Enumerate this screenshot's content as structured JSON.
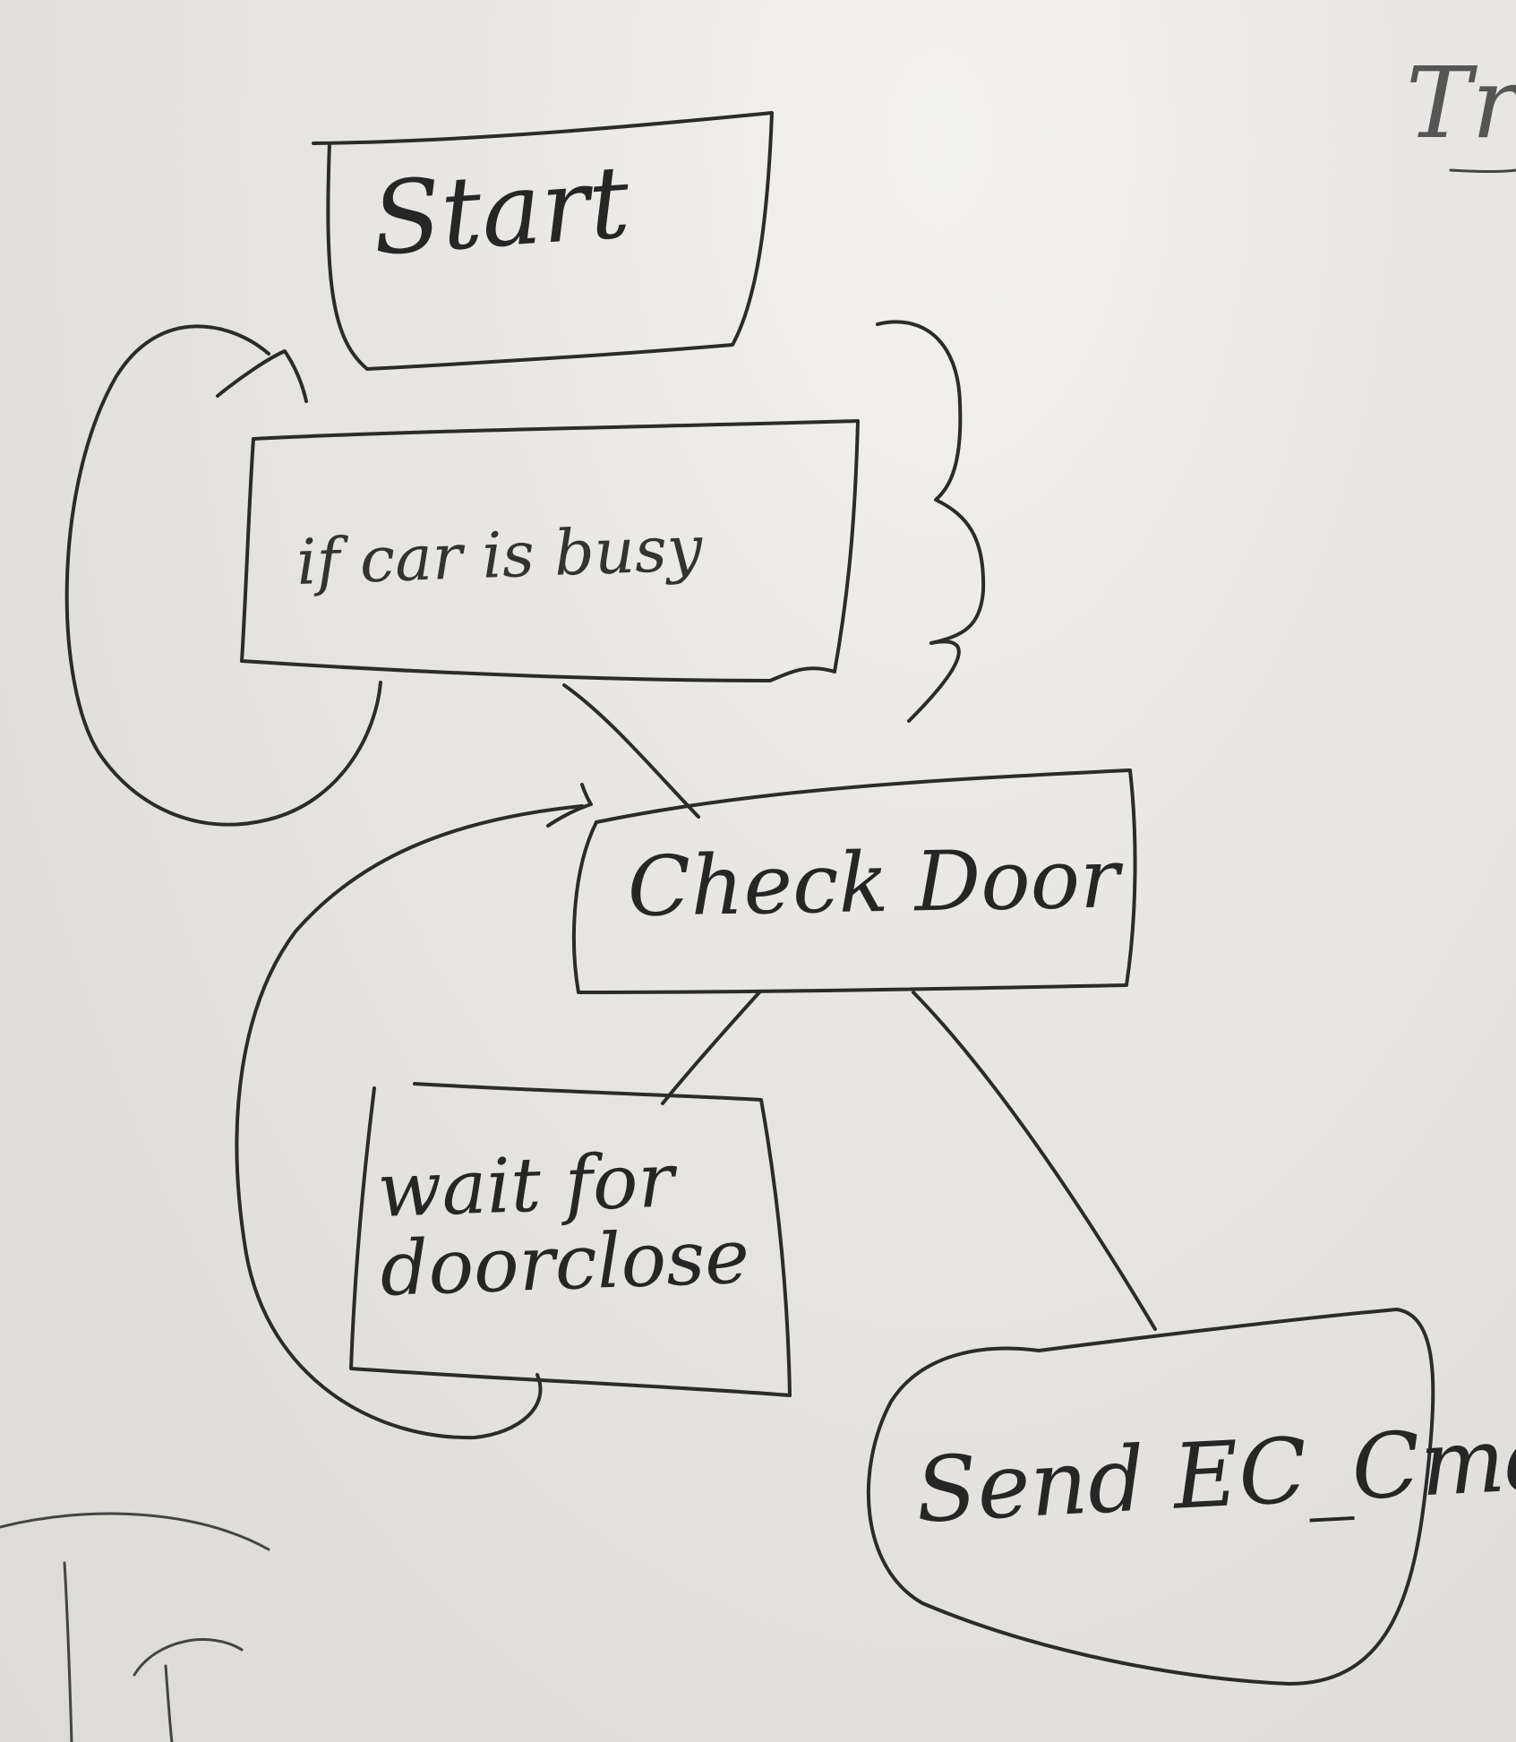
{
  "diagram": {
    "nodes": {
      "start": "Start",
      "if_car_busy": "if car is busy",
      "check_door": "Check Door",
      "wait_door_close": [
        "wait for",
        "doorclose"
      ],
      "send_ec_cmd": "Send EC_Cmd"
    },
    "fragment": "Tr"
  }
}
